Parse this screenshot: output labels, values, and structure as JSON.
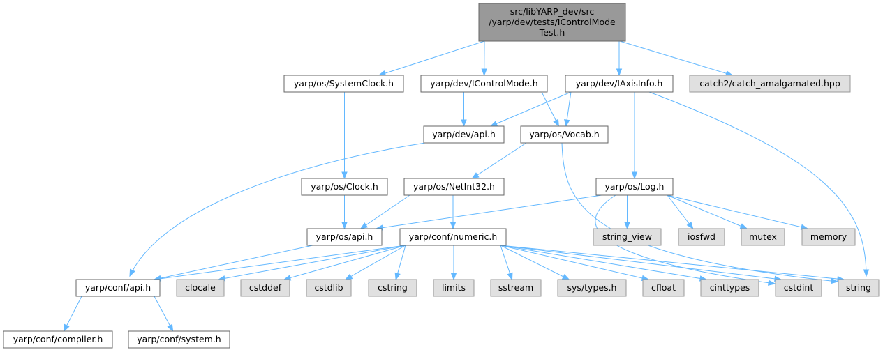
{
  "colors": {
    "edge": "#63b8ff",
    "root_fill": "#999999",
    "root_stroke": "#666666",
    "file_fill": "#ffffff",
    "file_stroke": "#666666",
    "system_fill": "#e0e0e0",
    "system_stroke": "#999999",
    "text": "#000000"
  },
  "nodes": [
    {
      "id": "root",
      "kind": "root",
      "lines": [
        "src/libYARP_dev/src",
        "/yarp/dev/tests/IControlMode",
        "Test.h"
      ]
    },
    {
      "id": "systemclock",
      "kind": "file",
      "lines": [
        "yarp/os/SystemClock.h"
      ]
    },
    {
      "id": "icontrolmode",
      "kind": "file",
      "lines": [
        "yarp/dev/IControlMode.h"
      ]
    },
    {
      "id": "iaxisinfo",
      "kind": "file",
      "lines": [
        "yarp/dev/IAxisInfo.h"
      ]
    },
    {
      "id": "catch",
      "kind": "system",
      "lines": [
        "catch2/catch_amalgamated.hpp"
      ]
    },
    {
      "id": "devapi",
      "kind": "file",
      "lines": [
        "yarp/dev/api.h"
      ]
    },
    {
      "id": "vocab",
      "kind": "file",
      "lines": [
        "yarp/os/Vocab.h"
      ]
    },
    {
      "id": "clock",
      "kind": "file",
      "lines": [
        "yarp/os/Clock.h"
      ]
    },
    {
      "id": "netint32",
      "kind": "file",
      "lines": [
        "yarp/os/NetInt32.h"
      ]
    },
    {
      "id": "log",
      "kind": "file",
      "lines": [
        "yarp/os/Log.h"
      ]
    },
    {
      "id": "osapi",
      "kind": "file",
      "lines": [
        "yarp/os/api.h"
      ]
    },
    {
      "id": "numeric",
      "kind": "file",
      "lines": [
        "yarp/conf/numeric.h"
      ]
    },
    {
      "id": "string_view",
      "kind": "system",
      "lines": [
        "string_view"
      ]
    },
    {
      "id": "iosfwd",
      "kind": "system",
      "lines": [
        "iosfwd"
      ]
    },
    {
      "id": "mutex",
      "kind": "system",
      "lines": [
        "mutex"
      ]
    },
    {
      "id": "memory",
      "kind": "system",
      "lines": [
        "memory"
      ]
    },
    {
      "id": "confapi",
      "kind": "file",
      "lines": [
        "yarp/conf/api.h"
      ]
    },
    {
      "id": "clocale",
      "kind": "system",
      "lines": [
        "clocale"
      ]
    },
    {
      "id": "cstddef",
      "kind": "system",
      "lines": [
        "cstddef"
      ]
    },
    {
      "id": "cstdlib",
      "kind": "system",
      "lines": [
        "cstdlib"
      ]
    },
    {
      "id": "cstring",
      "kind": "system",
      "lines": [
        "cstring"
      ]
    },
    {
      "id": "limits",
      "kind": "system",
      "lines": [
        "limits"
      ]
    },
    {
      "id": "sstream",
      "kind": "system",
      "lines": [
        "sstream"
      ]
    },
    {
      "id": "systypes",
      "kind": "system",
      "lines": [
        "sys/types.h"
      ]
    },
    {
      "id": "cfloat",
      "kind": "system",
      "lines": [
        "cfloat"
      ]
    },
    {
      "id": "cinttypes",
      "kind": "system",
      "lines": [
        "cinttypes"
      ]
    },
    {
      "id": "cstdint",
      "kind": "system",
      "lines": [
        "cstdint"
      ]
    },
    {
      "id": "string",
      "kind": "system",
      "lines": [
        "string"
      ]
    },
    {
      "id": "compiler",
      "kind": "file",
      "lines": [
        "yarp/conf/compiler.h"
      ]
    },
    {
      "id": "system",
      "kind": "file",
      "lines": [
        "yarp/conf/system.h"
      ]
    }
  ],
  "edges": [
    [
      "root",
      "systemclock"
    ],
    [
      "root",
      "icontrolmode"
    ],
    [
      "root",
      "iaxisinfo"
    ],
    [
      "root",
      "catch"
    ],
    [
      "systemclock",
      "clock"
    ],
    [
      "icontrolmode",
      "devapi"
    ],
    [
      "icontrolmode",
      "vocab"
    ],
    [
      "iaxisinfo",
      "devapi"
    ],
    [
      "iaxisinfo",
      "vocab"
    ],
    [
      "iaxisinfo",
      "log"
    ],
    [
      "iaxisinfo",
      "string"
    ],
    [
      "devapi",
      "confapi"
    ],
    [
      "vocab",
      "netint32"
    ],
    [
      "vocab",
      "string"
    ],
    [
      "clock",
      "osapi"
    ],
    [
      "netint32",
      "osapi"
    ],
    [
      "netint32",
      "numeric"
    ],
    [
      "log",
      "osapi"
    ],
    [
      "log",
      "string_view"
    ],
    [
      "log",
      "iosfwd"
    ],
    [
      "log",
      "mutex"
    ],
    [
      "log",
      "memory"
    ],
    [
      "log",
      "cstdint"
    ],
    [
      "osapi",
      "confapi"
    ],
    [
      "numeric",
      "confapi"
    ],
    [
      "numeric",
      "clocale"
    ],
    [
      "numeric",
      "cstddef"
    ],
    [
      "numeric",
      "cstdlib"
    ],
    [
      "numeric",
      "cstring"
    ],
    [
      "numeric",
      "limits"
    ],
    [
      "numeric",
      "sstream"
    ],
    [
      "numeric",
      "systypes"
    ],
    [
      "numeric",
      "cfloat"
    ],
    [
      "numeric",
      "cinttypes"
    ],
    [
      "numeric",
      "cstdint"
    ],
    [
      "numeric",
      "string"
    ],
    [
      "confapi",
      "compiler"
    ],
    [
      "confapi",
      "system"
    ]
  ]
}
